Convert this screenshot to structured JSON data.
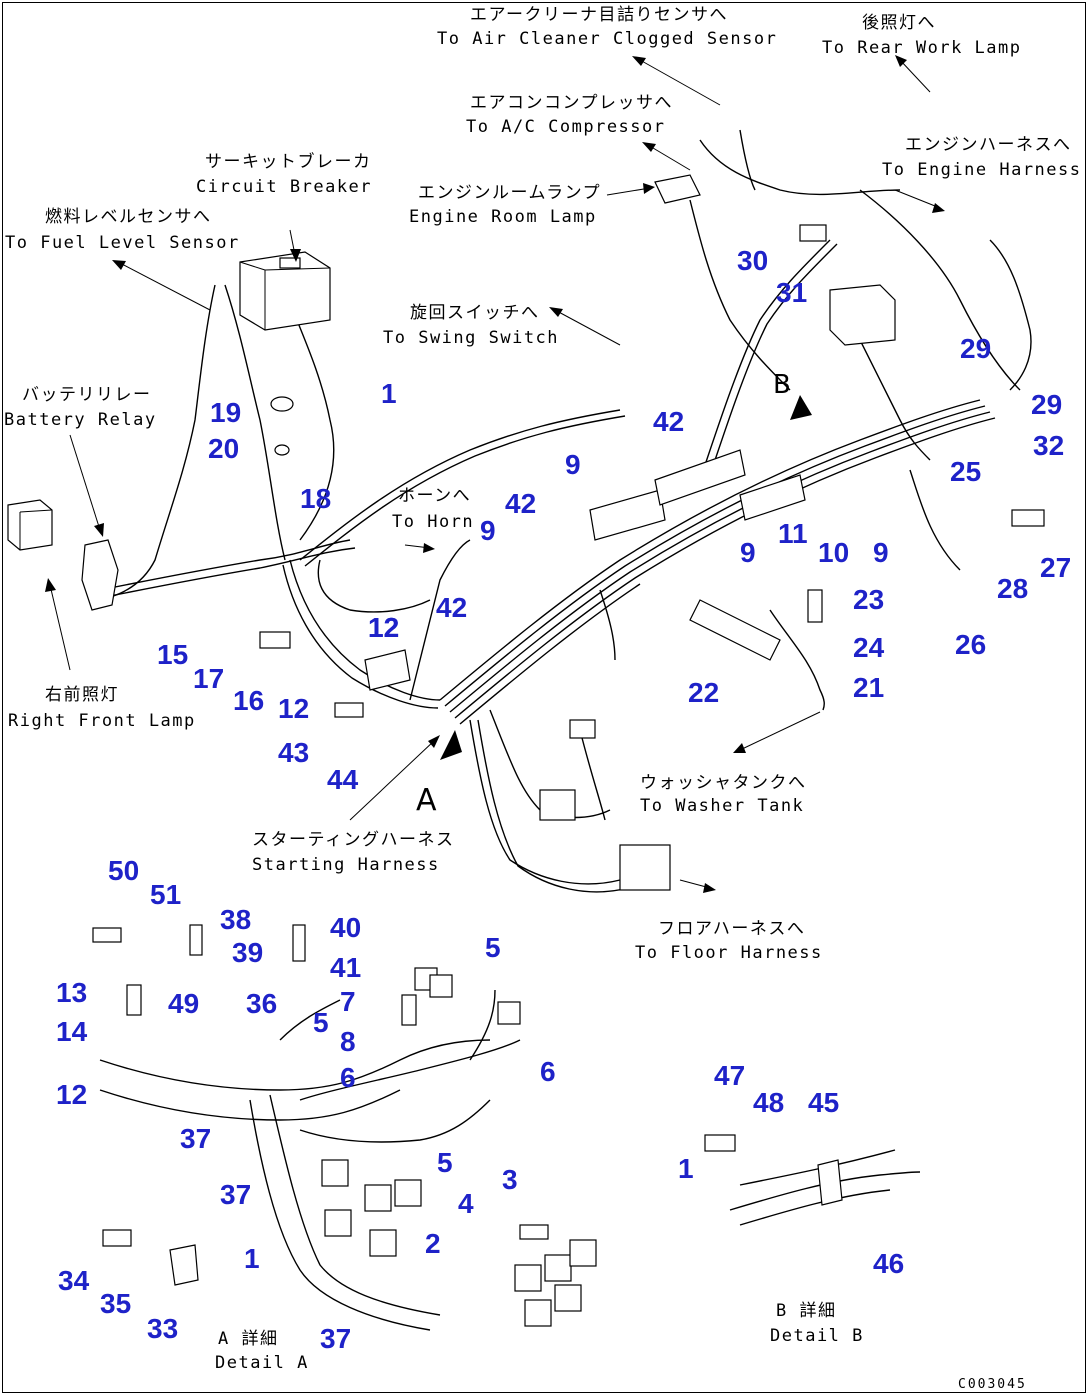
{
  "labels": {
    "air_cleaner_jp": "エアークリーナ目詰りセンサへ",
    "air_cleaner_en": "To Air Cleaner Clogged Sensor",
    "rear_lamp_jp": "後照灯へ",
    "rear_lamp_en": "To Rear Work Lamp",
    "ac_comp_jp": "エアコンコンプレッサへ",
    "ac_comp_en": "To A/C Compressor",
    "engine_harness_jp": "エンジンハーネスへ",
    "engine_harness_en": "To Engine Harness",
    "circuit_breaker_jp": "サーキットブレーカ",
    "circuit_breaker_en": "Circuit Breaker",
    "engine_room_lamp_jp": "エンジンルームランプ",
    "engine_room_lamp_en": "Engine Room Lamp",
    "fuel_level_jp": "燃料レベルセンサへ",
    "fuel_level_en": "To Fuel Level Sensor",
    "swing_switch_jp": "旋回スイッチへ",
    "swing_switch_en": "To Swing Switch",
    "battery_relay_jp": "バッテリリレー",
    "battery_relay_en": "Battery Relay",
    "horn_jp": "ホーンへ",
    "horn_en": "To Horn",
    "right_front_lamp_jp": "右前照灯",
    "right_front_lamp_en": "Right Front Lamp",
    "washer_tank_jp": "ウォッシャタンクへ",
    "washer_tank_en": "To Washer Tank",
    "starting_harness_jp": "スターティングハーネス",
    "starting_harness_en": "Starting Harness",
    "floor_harness_jp": "フロアハーネスへ",
    "floor_harness_en": "To Floor Harness",
    "detail_a_jp": "A 詳細",
    "detail_a_en": "Detail A",
    "detail_b_jp": "B 詳細",
    "detail_b_en": "Detail B",
    "view_a": "A",
    "view_b": "B",
    "drawing_code": "C003045"
  },
  "callouts": [
    "1",
    "19",
    "20",
    "18",
    "15",
    "17",
    "16",
    "12",
    "12",
    "43",
    "44",
    "30",
    "31",
    "29",
    "29",
    "32",
    "25",
    "42",
    "9",
    "9",
    "9",
    "11",
    "10",
    "9",
    "42",
    "42",
    "12",
    "23",
    "24",
    "21",
    "22",
    "26",
    "28",
    "27",
    "50",
    "51",
    "38",
    "39",
    "40",
    "41",
    "13",
    "14",
    "12",
    "49",
    "36",
    "5",
    "5",
    "7",
    "8",
    "6",
    "6",
    "37",
    "37",
    "5",
    "1",
    "2",
    "4",
    "3",
    "34",
    "35",
    "33",
    "37",
    "47",
    "48",
    "45",
    "1",
    "46"
  ]
}
